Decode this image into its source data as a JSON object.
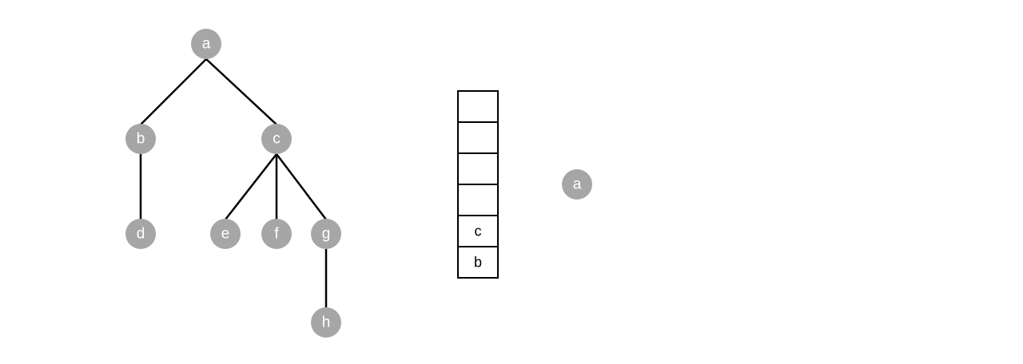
{
  "tree": {
    "nodes": [
      {
        "id": "a",
        "label": "a"
      },
      {
        "id": "b",
        "label": "b"
      },
      {
        "id": "c",
        "label": "c"
      },
      {
        "id": "d",
        "label": "d"
      },
      {
        "id": "e",
        "label": "e"
      },
      {
        "id": "f",
        "label": "f"
      },
      {
        "id": "g",
        "label": "g"
      },
      {
        "id": "h",
        "label": "h"
      }
    ],
    "edges": [
      [
        "a",
        "b"
      ],
      [
        "a",
        "c"
      ],
      [
        "b",
        "d"
      ],
      [
        "c",
        "e"
      ],
      [
        "c",
        "f"
      ],
      [
        "c",
        "g"
      ],
      [
        "g",
        "h"
      ]
    ]
  },
  "stack": {
    "cells": [
      "",
      "",
      "",
      "",
      "c",
      "b"
    ]
  },
  "current_node": {
    "label": "a"
  },
  "colors": {
    "node_fill": "#a6a6a6",
    "node_text": "#ffffff",
    "line": "#000000"
  }
}
